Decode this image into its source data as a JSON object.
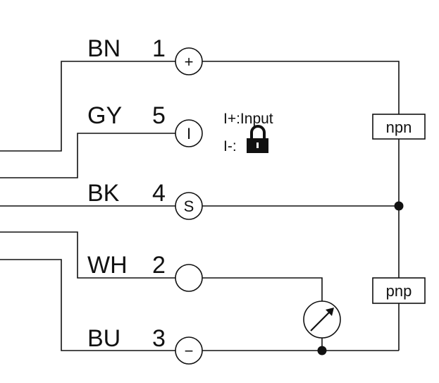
{
  "colors": {
    "line": "#111111",
    "background": "#ffffff"
  },
  "wires": [
    {
      "color_code": "BN",
      "pin": "1",
      "symbol": "+"
    },
    {
      "color_code": "GY",
      "pin": "5",
      "symbol": "I"
    },
    {
      "color_code": "BK",
      "pin": "4",
      "symbol": "S"
    },
    {
      "color_code": "WH",
      "pin": "2",
      "symbol": ""
    },
    {
      "color_code": "BU",
      "pin": "3",
      "symbol": "−"
    }
  ],
  "note": {
    "line1": "I+:Input",
    "line2": "I-:"
  },
  "icons": {
    "lock": "lock-icon",
    "meter": "analog-meter-icon"
  },
  "boxes": {
    "npn": "npn",
    "pnp": "pnp"
  }
}
